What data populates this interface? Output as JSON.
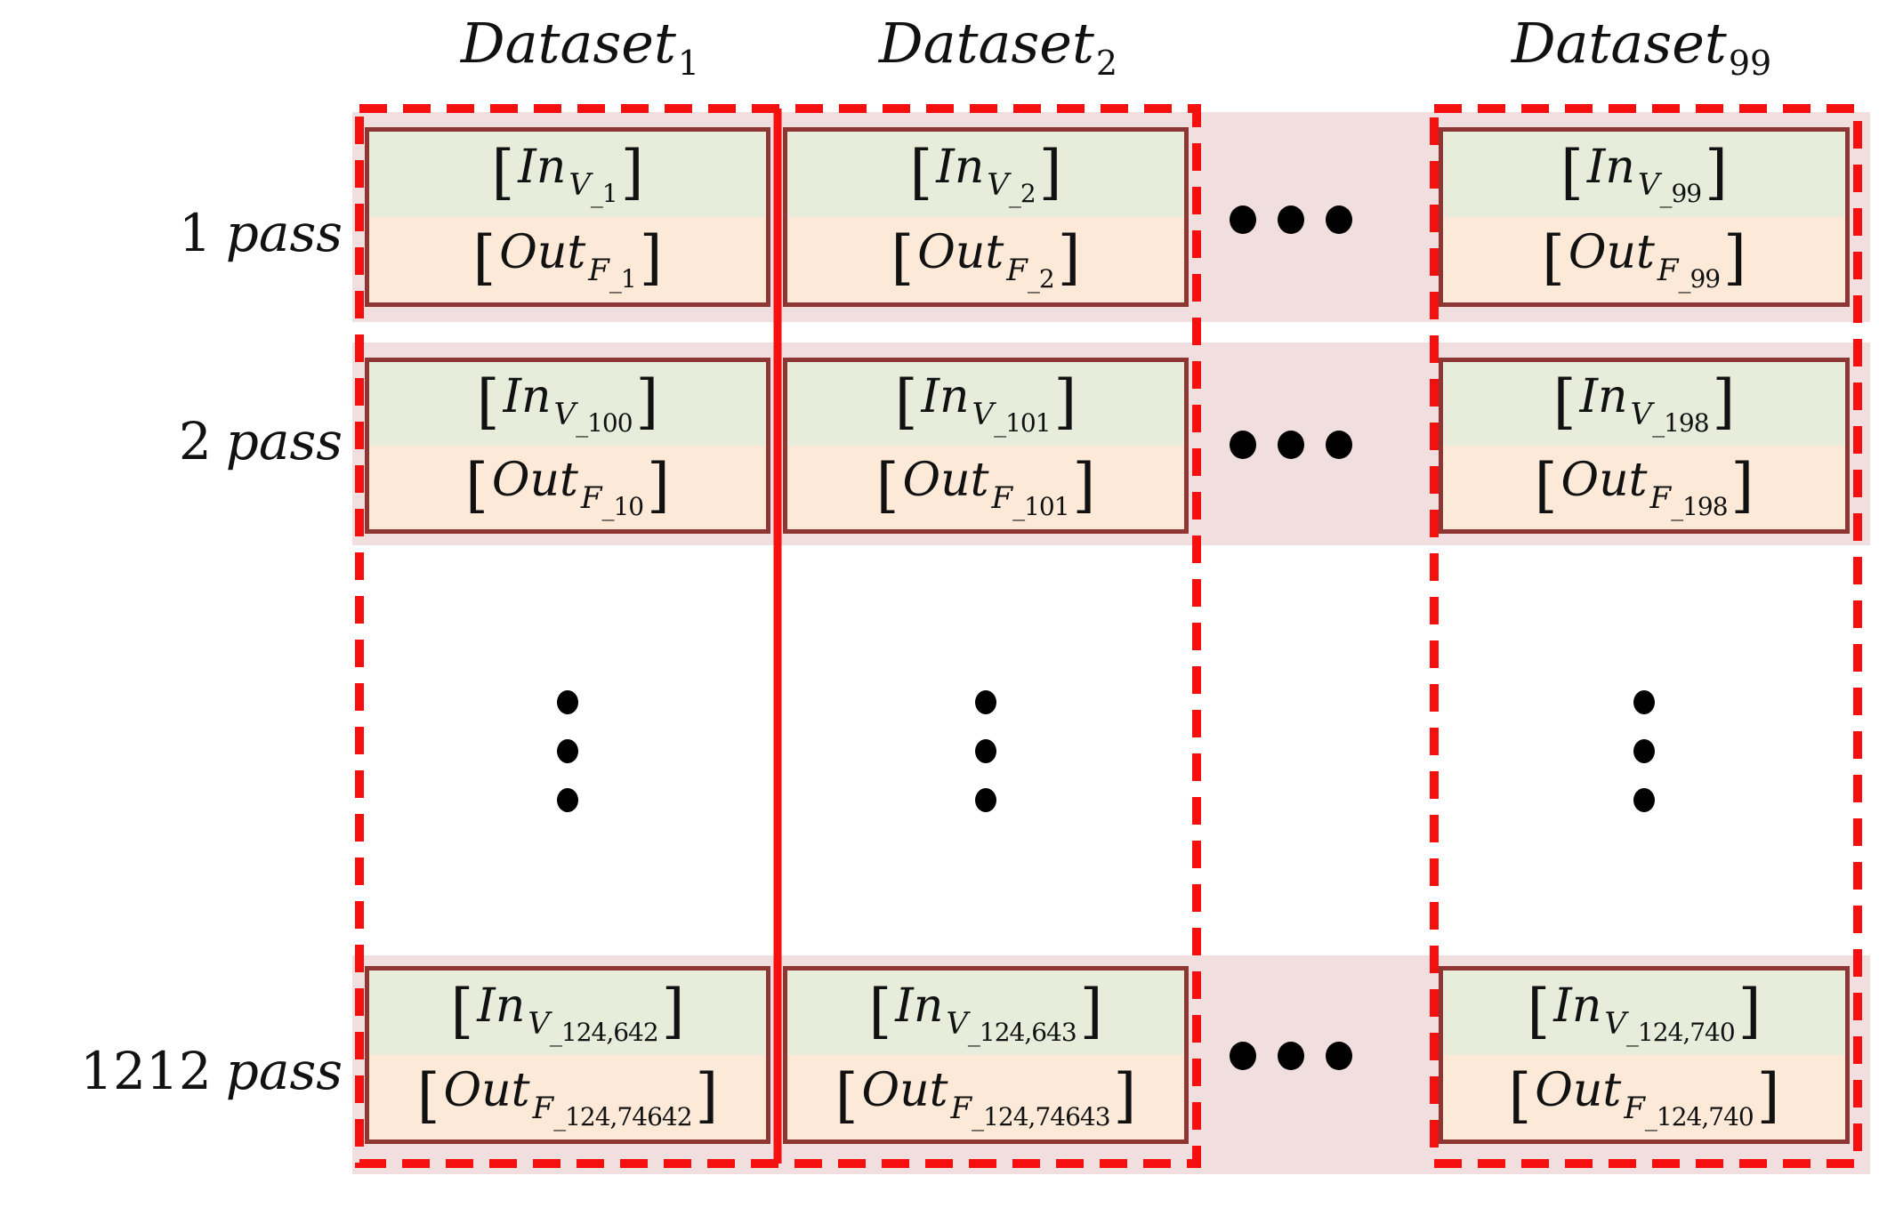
{
  "diagram": {
    "column_headers": [
      {
        "base": "Dataset",
        "subscript": "1"
      },
      {
        "base": "Dataset",
        "subscript": "2"
      },
      {
        "base": "Dataset",
        "subscript": "99"
      }
    ],
    "row_labels": [
      {
        "number": "1",
        "word": "pass"
      },
      {
        "number": "2",
        "word": "pass"
      },
      {
        "number": "1212",
        "word": "pass"
      }
    ],
    "brackets": {
      "open": "[",
      "close": "]"
    },
    "rows": [
      {
        "cells": [
          {
            "in": {
              "base": "In",
              "sub": "V",
              "subsub": "_1"
            },
            "out": {
              "base": "Out",
              "sub": "F",
              "subsub": "_1"
            }
          },
          {
            "in": {
              "base": "In",
              "sub": "V",
              "subsub": "_2"
            },
            "out": {
              "base": "Out",
              "sub": "F",
              "subsub": "_2"
            }
          },
          {
            "in": {
              "base": "In",
              "sub": "V",
              "subsub": "_99"
            },
            "out": {
              "base": "Out",
              "sub": "F",
              "subsub": "_99"
            }
          }
        ]
      },
      {
        "cells": [
          {
            "in": {
              "base": "In",
              "sub": "V",
              "subsub": "_100"
            },
            "out": {
              "base": "Out",
              "sub": "F",
              "subsub": "_10"
            }
          },
          {
            "in": {
              "base": "In",
              "sub": "V",
              "subsub": "_101"
            },
            "out": {
              "base": "Out",
              "sub": "F",
              "subsub": "_101"
            }
          },
          {
            "in": {
              "base": "In",
              "sub": "V",
              "subsub": "_198"
            },
            "out": {
              "base": "Out",
              "sub": "F",
              "subsub": "_198"
            }
          }
        ]
      },
      {
        "cells": [
          {
            "in": {
              "base": "In",
              "sub": "V",
              "subsub": "_124,642"
            },
            "out": {
              "base": "Out",
              "sub": "F",
              "subsub": "_124,74642"
            }
          },
          {
            "in": {
              "base": "In",
              "sub": "V",
              "subsub": "_124,643"
            },
            "out": {
              "base": "Out",
              "sub": "F",
              "subsub": "_124,74643"
            }
          },
          {
            "in": {
              "base": "In",
              "sub": "V",
              "subsub": "_124,740"
            },
            "out": {
              "base": "Out",
              "sub": "F",
              "subsub": "_124,740"
            }
          }
        ]
      }
    ],
    "ellipsis": {
      "horizontal_dot_count": 3,
      "vertical_dot_count": 3
    },
    "colors": {
      "input_bg": "#e8ecdb",
      "output_bg": "#fce9d7",
      "row_band_bg": "#f1dedf",
      "cell_border": "#8e3634",
      "dashed_border": "#f50f0f",
      "dots": "#000000",
      "text": "#111111"
    }
  }
}
